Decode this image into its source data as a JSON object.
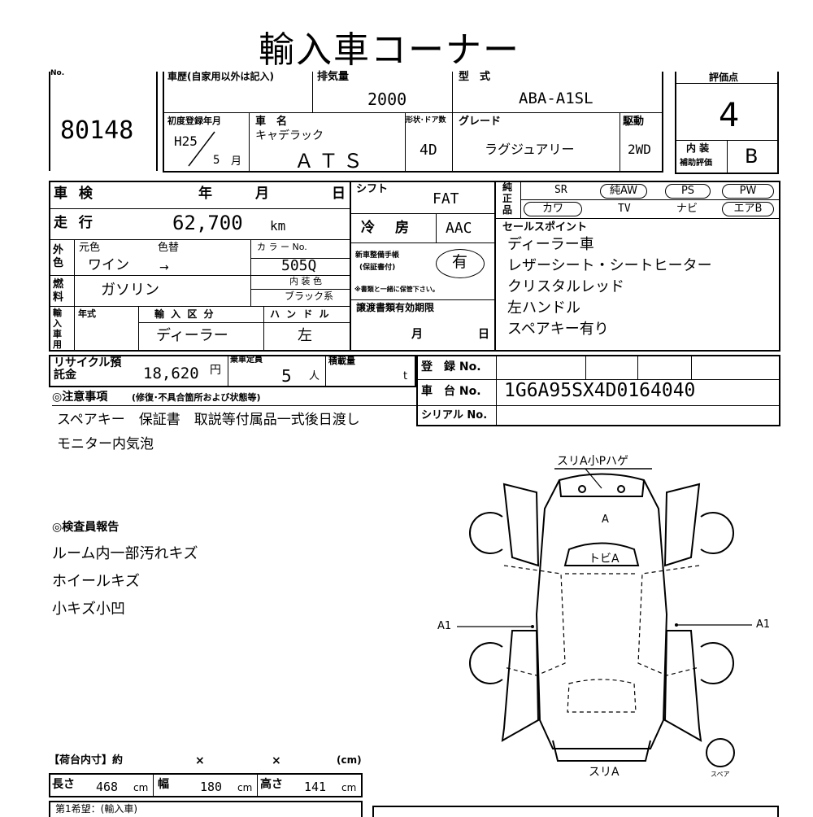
{
  "title": "輸入車コーナー",
  "no_label": "No.",
  "lot_no": "80148",
  "history_label": "車歴(自家用以外は記入)",
  "displacement_label": "排気量",
  "displacement": "2000",
  "model_code_label": "型　式",
  "model_code": "ABA-A1SL",
  "score_label": "評価点",
  "score": "4",
  "first_reg_label": "初度登録年月",
  "first_reg_year": "H25",
  "first_reg_month": "5",
  "month_unit": "月",
  "name_label": "車　名",
  "maker": "キャデラック",
  "model": "ＡＴＳ",
  "doors_label": "形状･ドア数",
  "doors": "4D",
  "grade_label": "グレード",
  "grade": "ラグジュアリー",
  "drive_label": "駆動",
  "drive": "2WD",
  "interior_label": "内 装",
  "interior_label2": "補助評価",
  "interior_grade": "B",
  "inspection_label": "車 検",
  "year_unit": "年",
  "day_unit": "日",
  "shift_label": "シフト",
  "shift": "FAT",
  "equip_label": "純正品",
  "equip_row1": [
    "SR",
    "純AW",
    "PS",
    "PW"
  ],
  "equip_row2": [
    "カワ",
    "TV",
    "ナビ",
    "エアB"
  ],
  "mileage_label": "走 行",
  "mileage": "62,700",
  "mileage_unit": "km",
  "ac_label": "冷　房",
  "ac": "AAC",
  "sales_label": "セールスポイント",
  "sales_points": [
    "ディーラー車",
    "レザーシート・シートヒーター",
    "クリスタルレッド",
    "左ハンドル",
    "スペアキー有り"
  ],
  "color_label": "外色",
  "orig_color_label": "元色",
  "repaint_label": "色替",
  "orig_color": "ワイン",
  "arrow": "→",
  "color_no_label": "カ ラ ー No.",
  "color_no": "505Q",
  "new_car_docs_label": "新車整備手帳",
  "new_car_docs_label2": "(保証書付)",
  "new_car_docs": "有",
  "docs_note": "※書類と一緒に保管下さい。",
  "interior_color_label": "内 装 色",
  "interior_color": "ブラック系",
  "fuel_label": "燃料",
  "fuel": "ガソリン",
  "import_label": "輸入車用",
  "model_year_label": "年式",
  "import_type_label": "輸 入 区 分",
  "import_type": "ディーラー",
  "handle_label": "ハ ン ド ル",
  "handle": "左",
  "transfer_label": "譲渡書類有効期限",
  "recycle_label": "リサイクル預託金",
  "recycle_fee": "18,620",
  "yen_unit": "円",
  "capacity_label": "乗車定員",
  "capacity": "5",
  "person_unit": "人",
  "load_label": "積載量",
  "ton_unit": "t",
  "reg_no_label": "登　録 No.",
  "chassis_label": "車　台 No.",
  "chassis_no": "1G6A95SX4D0164040",
  "serial_label": "シリアル No.",
  "notes_label": "◎注意事項",
  "notes_sub": "(修復･不具合箇所および状態等)",
  "notes_line1": "スペアキー　保証書　取説等付属品一式後日渡し",
  "notes_line2": "モニター内気泡",
  "inspector_label": "◎検査員報告",
  "inspector_report": [
    "ルーム内一部汚れキズ",
    "ホイールキズ",
    "小キズ小凹"
  ],
  "diagram": {
    "top_note": "スリA小Pハゲ",
    "hood": "A",
    "windshield": "トビA",
    "left_mark": "A1",
    "right_mark": "A1",
    "bottom_note": "スリA",
    "spare_label": "スペア"
  },
  "cargo_label": "【荷台内寸】約",
  "cross": "×",
  "cm_paren": "(cm)",
  "length_label": "長さ",
  "length": "468",
  "width_label": "幅",
  "width": "180",
  "height_label": "高さ",
  "height": "141",
  "cm": "cm",
  "bottom_text": "第1希望：(輸入車)"
}
